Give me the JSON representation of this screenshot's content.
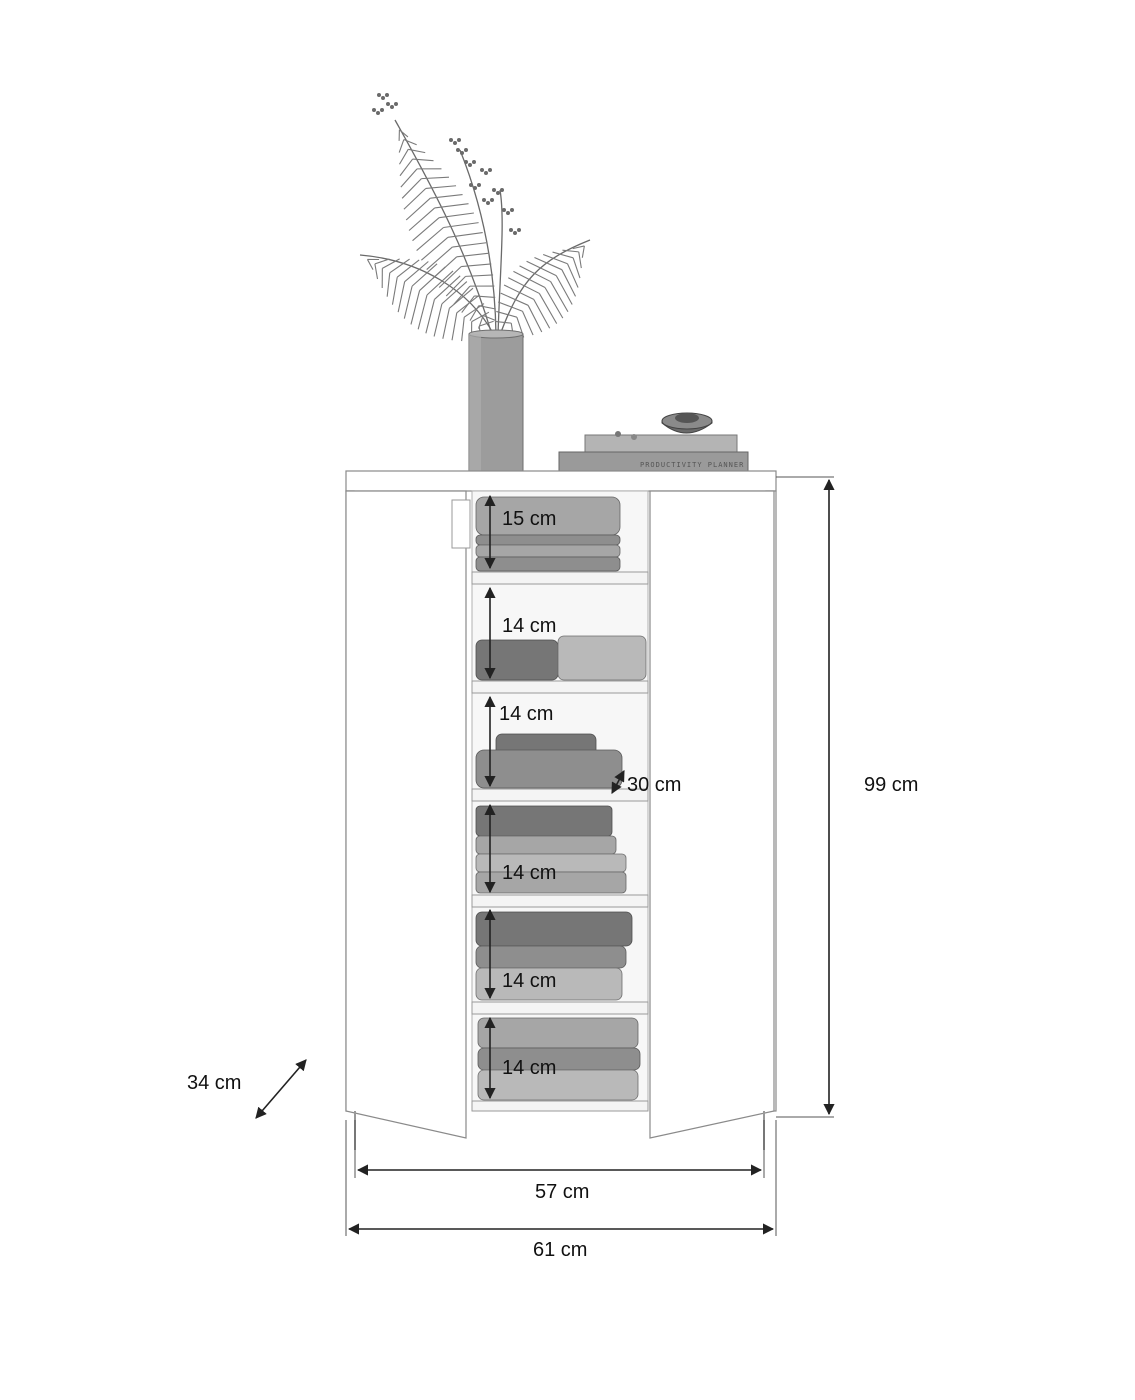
{
  "dimensions": {
    "height_total": "99 cm",
    "width_outer": "61 cm",
    "width_inner": "57 cm",
    "depth": "34 cm",
    "shelf_depth": "30 cm",
    "shelf_heights": [
      "15 cm",
      "14 cm",
      "14 cm",
      "14 cm",
      "14 cm",
      "14 cm"
    ]
  },
  "book_spine": "PRODUCTIVITY PLANNER"
}
